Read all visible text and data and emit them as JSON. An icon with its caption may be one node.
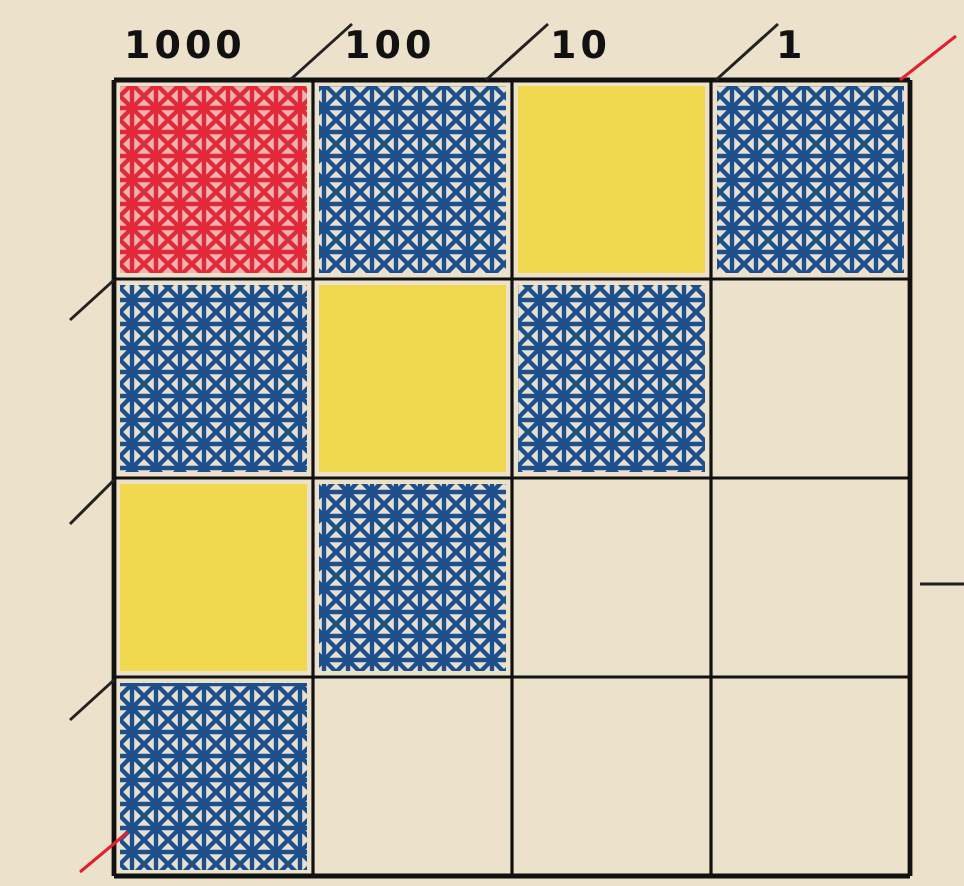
{
  "diagram": {
    "labels": [
      "1000",
      "100",
      "10",
      "1"
    ]
  }
}
